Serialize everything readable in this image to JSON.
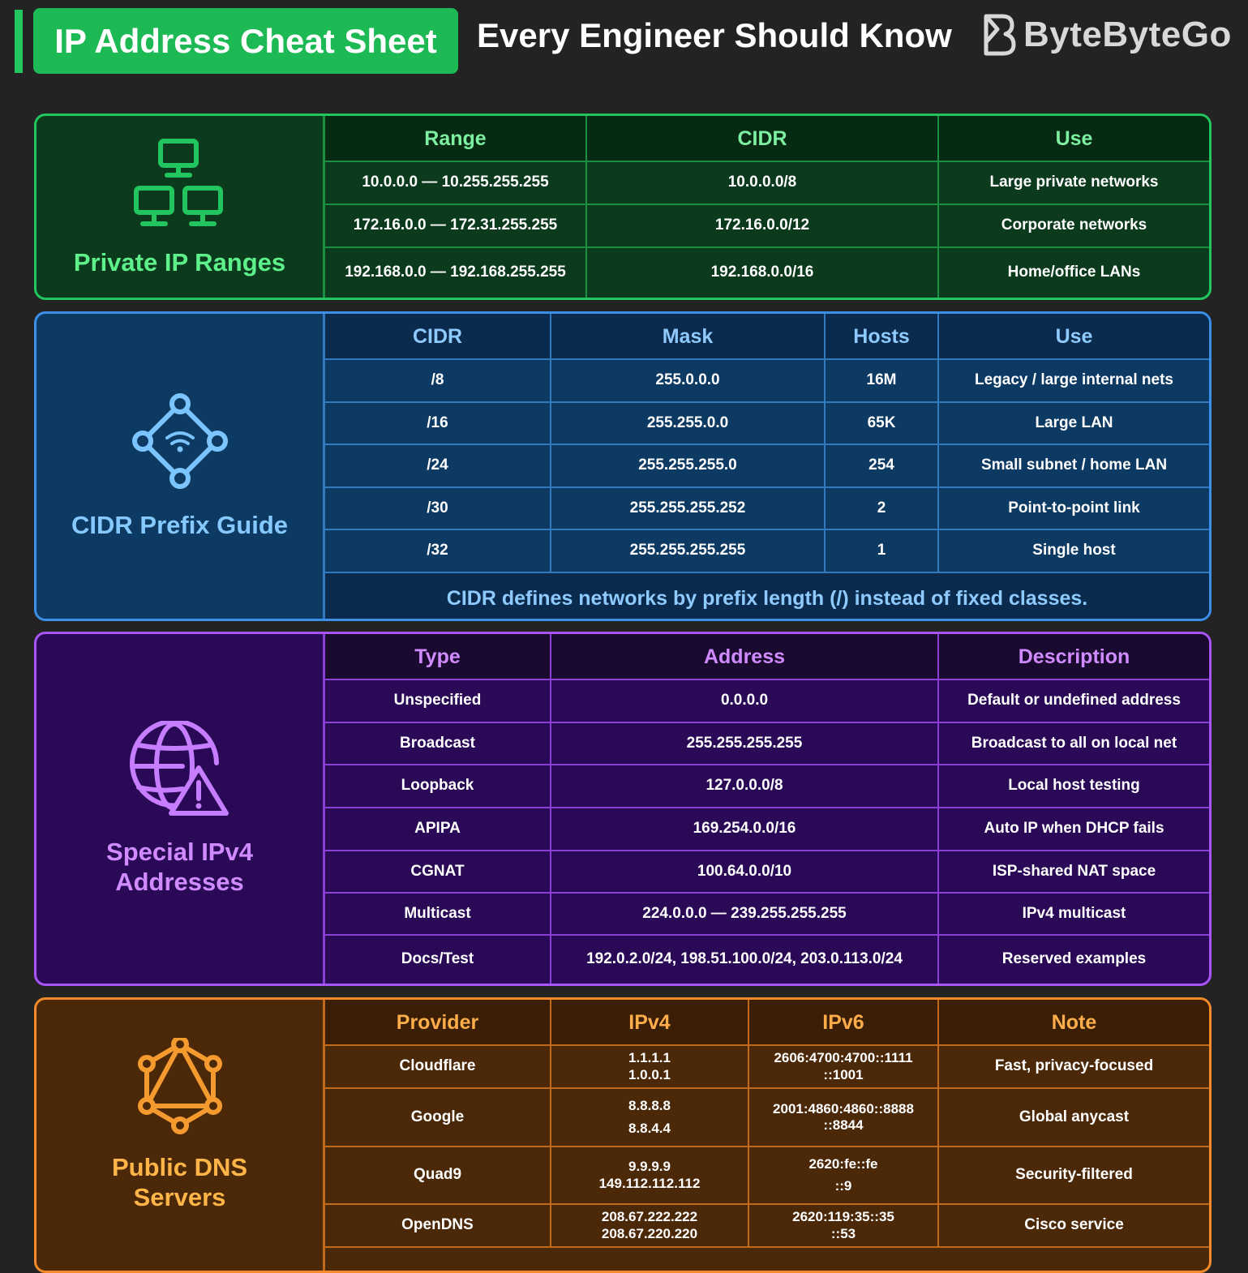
{
  "header": {
    "title": "IP Address Cheat Sheet",
    "subtitle": "Every Engineer Should Know",
    "brand": "ByteByteGo"
  },
  "private": {
    "title": "Private IP Ranges",
    "icon": "network-computers-icon",
    "headers": [
      "Range",
      "CIDR",
      "Use"
    ],
    "rows": [
      [
        "10.0.0.0 — 10.255.255.255",
        "10.0.0.0/8",
        "Large private networks"
      ],
      [
        "172.16.0.0 — 172.31.255.255",
        "172.16.0.0/12",
        "Corporate networks"
      ],
      [
        "192.168.0.0 — 192.168.255.255",
        "192.168.0.0/16",
        "Home/office LANs"
      ]
    ]
  },
  "cidr": {
    "title": "CIDR Prefix Guide",
    "icon": "wifi-node-icon",
    "headers": [
      "CIDR",
      "Mask",
      "Hosts",
      "Use"
    ],
    "rows": [
      [
        "/8",
        "255.0.0.0",
        "16M",
        "Legacy / large internal nets"
      ],
      [
        "/16",
        "255.255.0.0",
        "65K",
        "Large LAN"
      ],
      [
        "/24",
        "255.255.255.0",
        "254",
        "Small subnet / home LAN"
      ],
      [
        "/30",
        "255.255.255.252",
        "2",
        "Point-to-point link"
      ],
      [
        "/32",
        "255.255.255.255",
        "1",
        "Single host"
      ]
    ],
    "note": "CIDR defines networks by prefix length (/) instead of fixed classes."
  },
  "special": {
    "title": "Special IPv4 Addresses",
    "title_line1": "Special IPv4",
    "title_line2": "Addresses",
    "icon": "globe-warning-icon",
    "headers": [
      "Type",
      "Address",
      "Description"
    ],
    "rows": [
      [
        "Unspecified",
        "0.0.0.0",
        "Default or undefined address"
      ],
      [
        "Broadcast",
        "255.255.255.255",
        "Broadcast to all on local net"
      ],
      [
        "Loopback",
        "127.0.0.0/8",
        "Local host testing"
      ],
      [
        "APIPA",
        "169.254.0.0/16",
        "Auto IP when DHCP fails"
      ],
      [
        "CGNAT",
        "100.64.0.0/10",
        "ISP-shared NAT space"
      ],
      [
        "Multicast",
        "224.0.0.0 — 239.255.255.255",
        "IPv4 multicast"
      ],
      [
        "Docs/Test",
        "192.0.2.0/24, 198.51.100.0/24, 203.0.113.0/24",
        "Reserved examples"
      ]
    ]
  },
  "dns": {
    "title_line1": "Public DNS",
    "title_line2": "Servers",
    "icon": "graph-network-icon",
    "headers": [
      "Provider",
      "IPv4",
      "IPv6",
      "Note"
    ],
    "rows": [
      {
        "provider": "Cloudflare",
        "ipv4": [
          "1.1.1.1",
          "1.0.0.1"
        ],
        "ipv6": [
          "2606:4700:4700::1111",
          "::1001"
        ],
        "note": "Fast, privacy-focused"
      },
      {
        "provider": "Google",
        "ipv4": [
          "8.8.8.8",
          "8.8.4.4"
        ],
        "ipv6": [
          "2001:4860:4860::8888",
          "::8844"
        ],
        "note": "Global anycast"
      },
      {
        "provider": "Quad9",
        "ipv4": [
          "9.9.9.9",
          "149.112.112.112"
        ],
        "ipv6": [
          "2620:fe::fe",
          "::9"
        ],
        "note": "Security-filtered"
      },
      {
        "provider": "OpenDNS",
        "ipv4": [
          "208.67.222.222",
          "208.67.220.220"
        ],
        "ipv6": [
          "2620:119:35::35",
          "::53"
        ],
        "note": "Cisco service"
      }
    ]
  },
  "colors": {
    "green": "#22c55e",
    "blue": "#3b8fe6",
    "purple": "#a855f7",
    "orange": "#f58a2a"
  }
}
